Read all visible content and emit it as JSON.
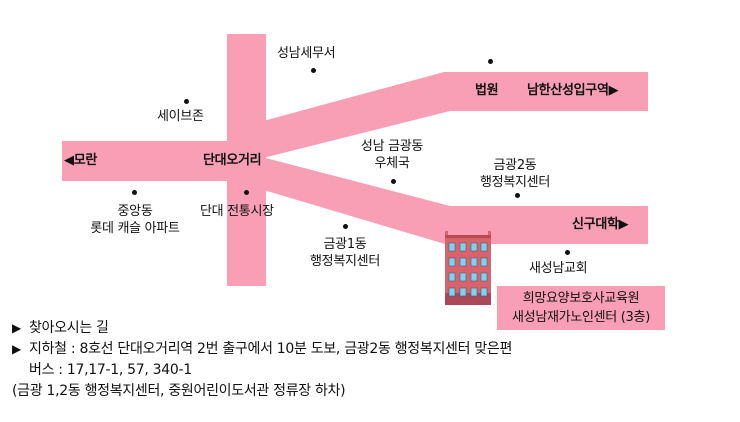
{
  "colors": {
    "road": "#f99fb5",
    "building": "#d9636b",
    "window": "#7fd3e8",
    "text": "#111111"
  },
  "map": {
    "roads": {
      "west_destination": "◀모란",
      "intersection": "단대오거리",
      "northeast_landmark": "법원",
      "northeast_destination": "남한산성입구역▶",
      "east_destination": "신구대학▶"
    },
    "landmarks": [
      {
        "name": "성남세무서"
      },
      {
        "name": "세이브존"
      },
      {
        "name": "중앙동\n롯데 캐슬 아파트",
        "line1": "중앙동",
        "line2": "롯데 캐슬 아파트"
      },
      {
        "name": "단대 전통시장"
      },
      {
        "name": "성남 금광동 우체국",
        "line1": "성남 금광동",
        "line2": "우체국"
      },
      {
        "name": "금광1동 행정복지센터",
        "line1": "금광1동",
        "line2": "행정복지센터"
      },
      {
        "name": "금광2동 행정복지센터",
        "line1": "금광2동",
        "line2": "행정복지센터"
      },
      {
        "name": "새성남교회"
      }
    ],
    "destination": {
      "line1": "희망요양보호사교육원",
      "line2": "새성남재가노인센터 (3층)",
      "icon": "building-icon"
    }
  },
  "directions": {
    "title_bullet": "▶",
    "title": "찾아오시는 길",
    "subway_bullet": "▶",
    "subway": "지하철 : 8호선 단대오거리역 2번 출구에서 10분 도보, 금광2동 행정복지센터 맞은편",
    "bus": "버스 : 17,17-1, 57, 340-1",
    "bus_note": "(금광 1,2동 행정복지센터, 중원어린이도서관 정류장 하차)"
  }
}
